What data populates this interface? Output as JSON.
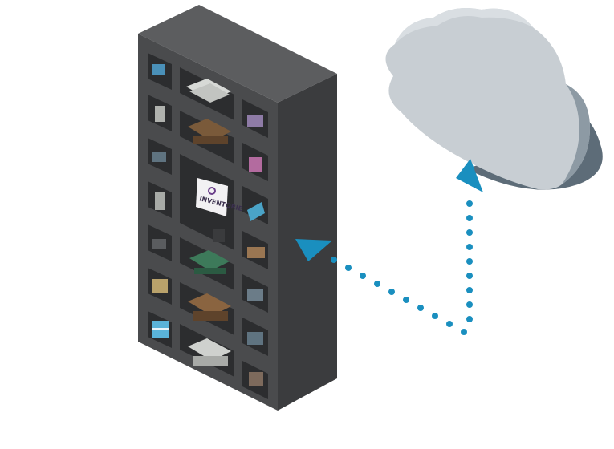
{
  "screen": {
    "label": "INVENTORIE"
  },
  "colors": {
    "cabinet_front": "#4a4b4d",
    "cabinet_side": "#3b3c3e",
    "cabinet_top": "#5c5d5f",
    "compartment": "#2c2d2f",
    "cloud_front": "#c8ced3",
    "cloud_side": "#5d6c78",
    "connector": "#1a8fbf"
  },
  "icons": {
    "cabinet": "vending-cabinet",
    "cloud": "cloud",
    "arrow_to_cloud": "arrow-up",
    "arrow_to_cabinet": "arrow-left"
  }
}
